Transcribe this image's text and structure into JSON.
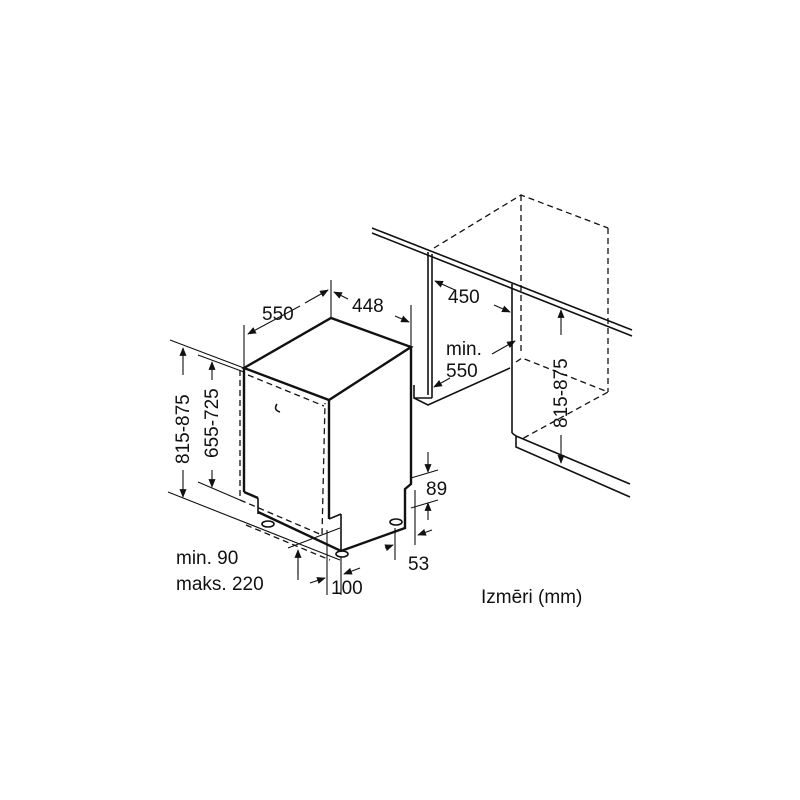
{
  "diagram": {
    "width_label": "448",
    "depth_label": "550",
    "height_total_label": "815-875",
    "height_door_label": "655-725",
    "niche_width_label": "450",
    "niche_depth_min": "min.",
    "niche_depth_value": "550",
    "niche_height_label": "815-875",
    "plinth_height_label": "89",
    "plinth_depth_label": "53",
    "foot_offset_label": "100",
    "min_label": "min. 90",
    "max_label": "maks. 220",
    "caption": "Izmēri (mm)"
  }
}
